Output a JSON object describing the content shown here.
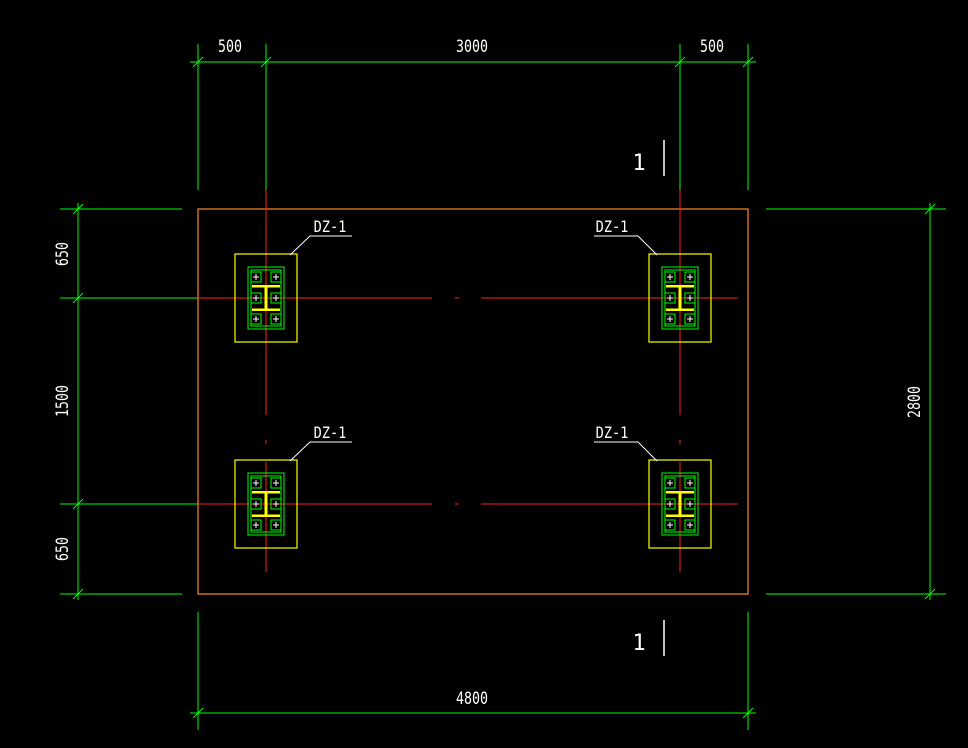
{
  "colors": {
    "background": "#000000",
    "dimension": "#00ff00",
    "axis": "#ff2020",
    "slab": "#ff8a1e",
    "base_plate": "#ffff00",
    "anchor_group": "#00ff00",
    "section_mark": "#ffffff",
    "label": "#ffffff"
  },
  "dimensions": {
    "top": [
      "500",
      "3000",
      "500"
    ],
    "left": [
      "650",
      "1500",
      "650"
    ],
    "right": "2800",
    "bottom": "4800"
  },
  "section_marks": {
    "top": "1",
    "bottom": "1"
  },
  "column_labels": [
    "DZ-1",
    "DZ-1",
    "DZ-1",
    "DZ-1"
  ],
  "icons": {
    "anchor_bolt": "anchor-bolt-icon",
    "steel_column": "i-beam-section-icon"
  }
}
